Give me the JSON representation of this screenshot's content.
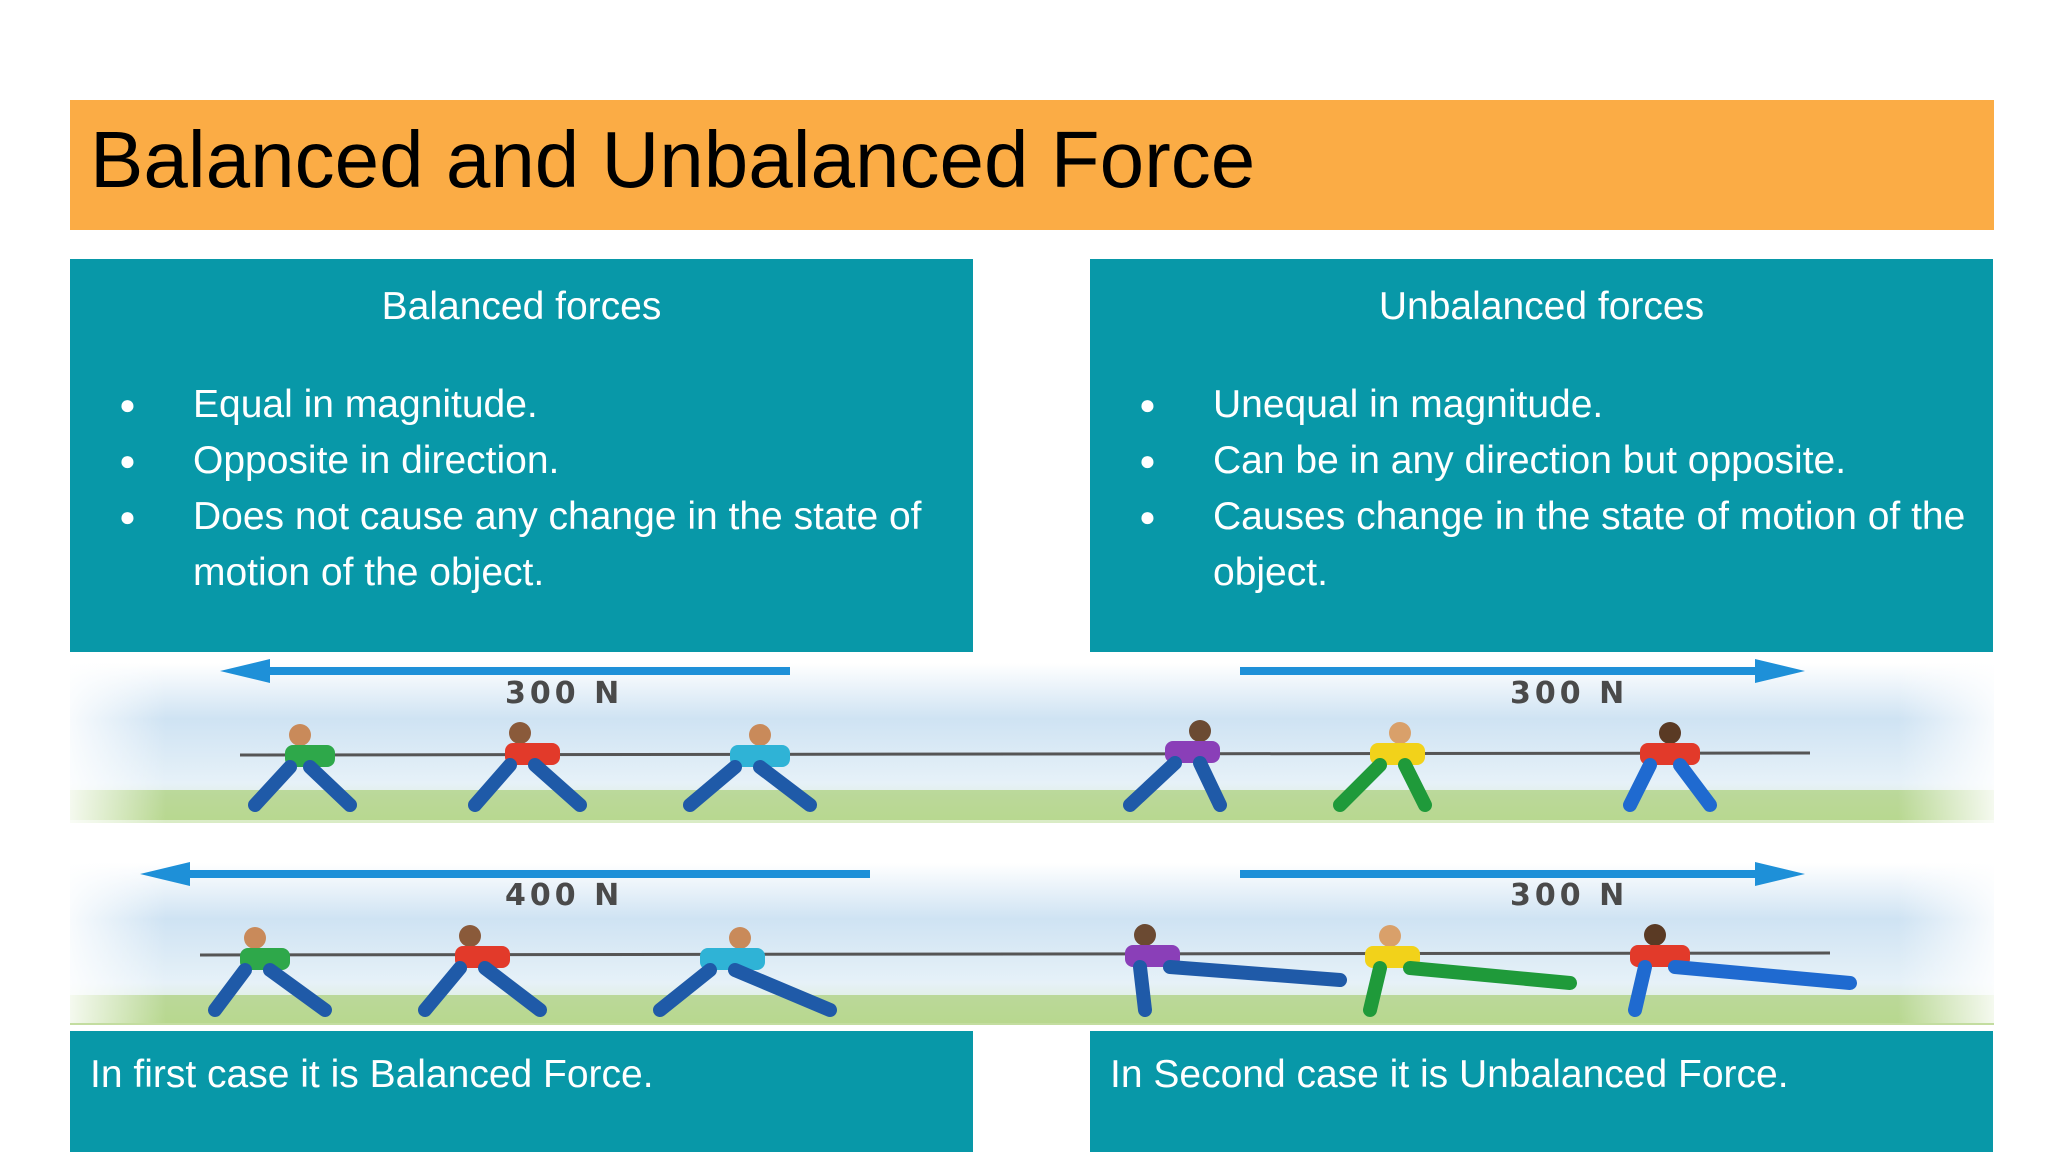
{
  "title": "Balanced and Unbalanced Force",
  "left_panel": {
    "heading": "Balanced forces",
    "bullets": [
      "Equal in magnitude.",
      "Opposite in direction.",
      "Does not cause any change in the state of motion of the object."
    ]
  },
  "right_panel": {
    "heading": "Unbalanced forces",
    "bullets": [
      "Unequal in magnitude.",
      "Can be in any direction but opposite.",
      "Causes change in the state of motion of the object."
    ]
  },
  "illustration": {
    "row1": {
      "left_force": "300 N",
      "right_force": "300 N"
    },
    "row2": {
      "left_force": "400 N",
      "right_force": "300 N"
    }
  },
  "captions": {
    "left": "In first case it is Balanced Force.",
    "right": "In Second case it is Unbalanced Force."
  },
  "colors": {
    "title_bar": "#fbac45",
    "panel": "#0898a8",
    "arrow": "#1e90d8"
  }
}
